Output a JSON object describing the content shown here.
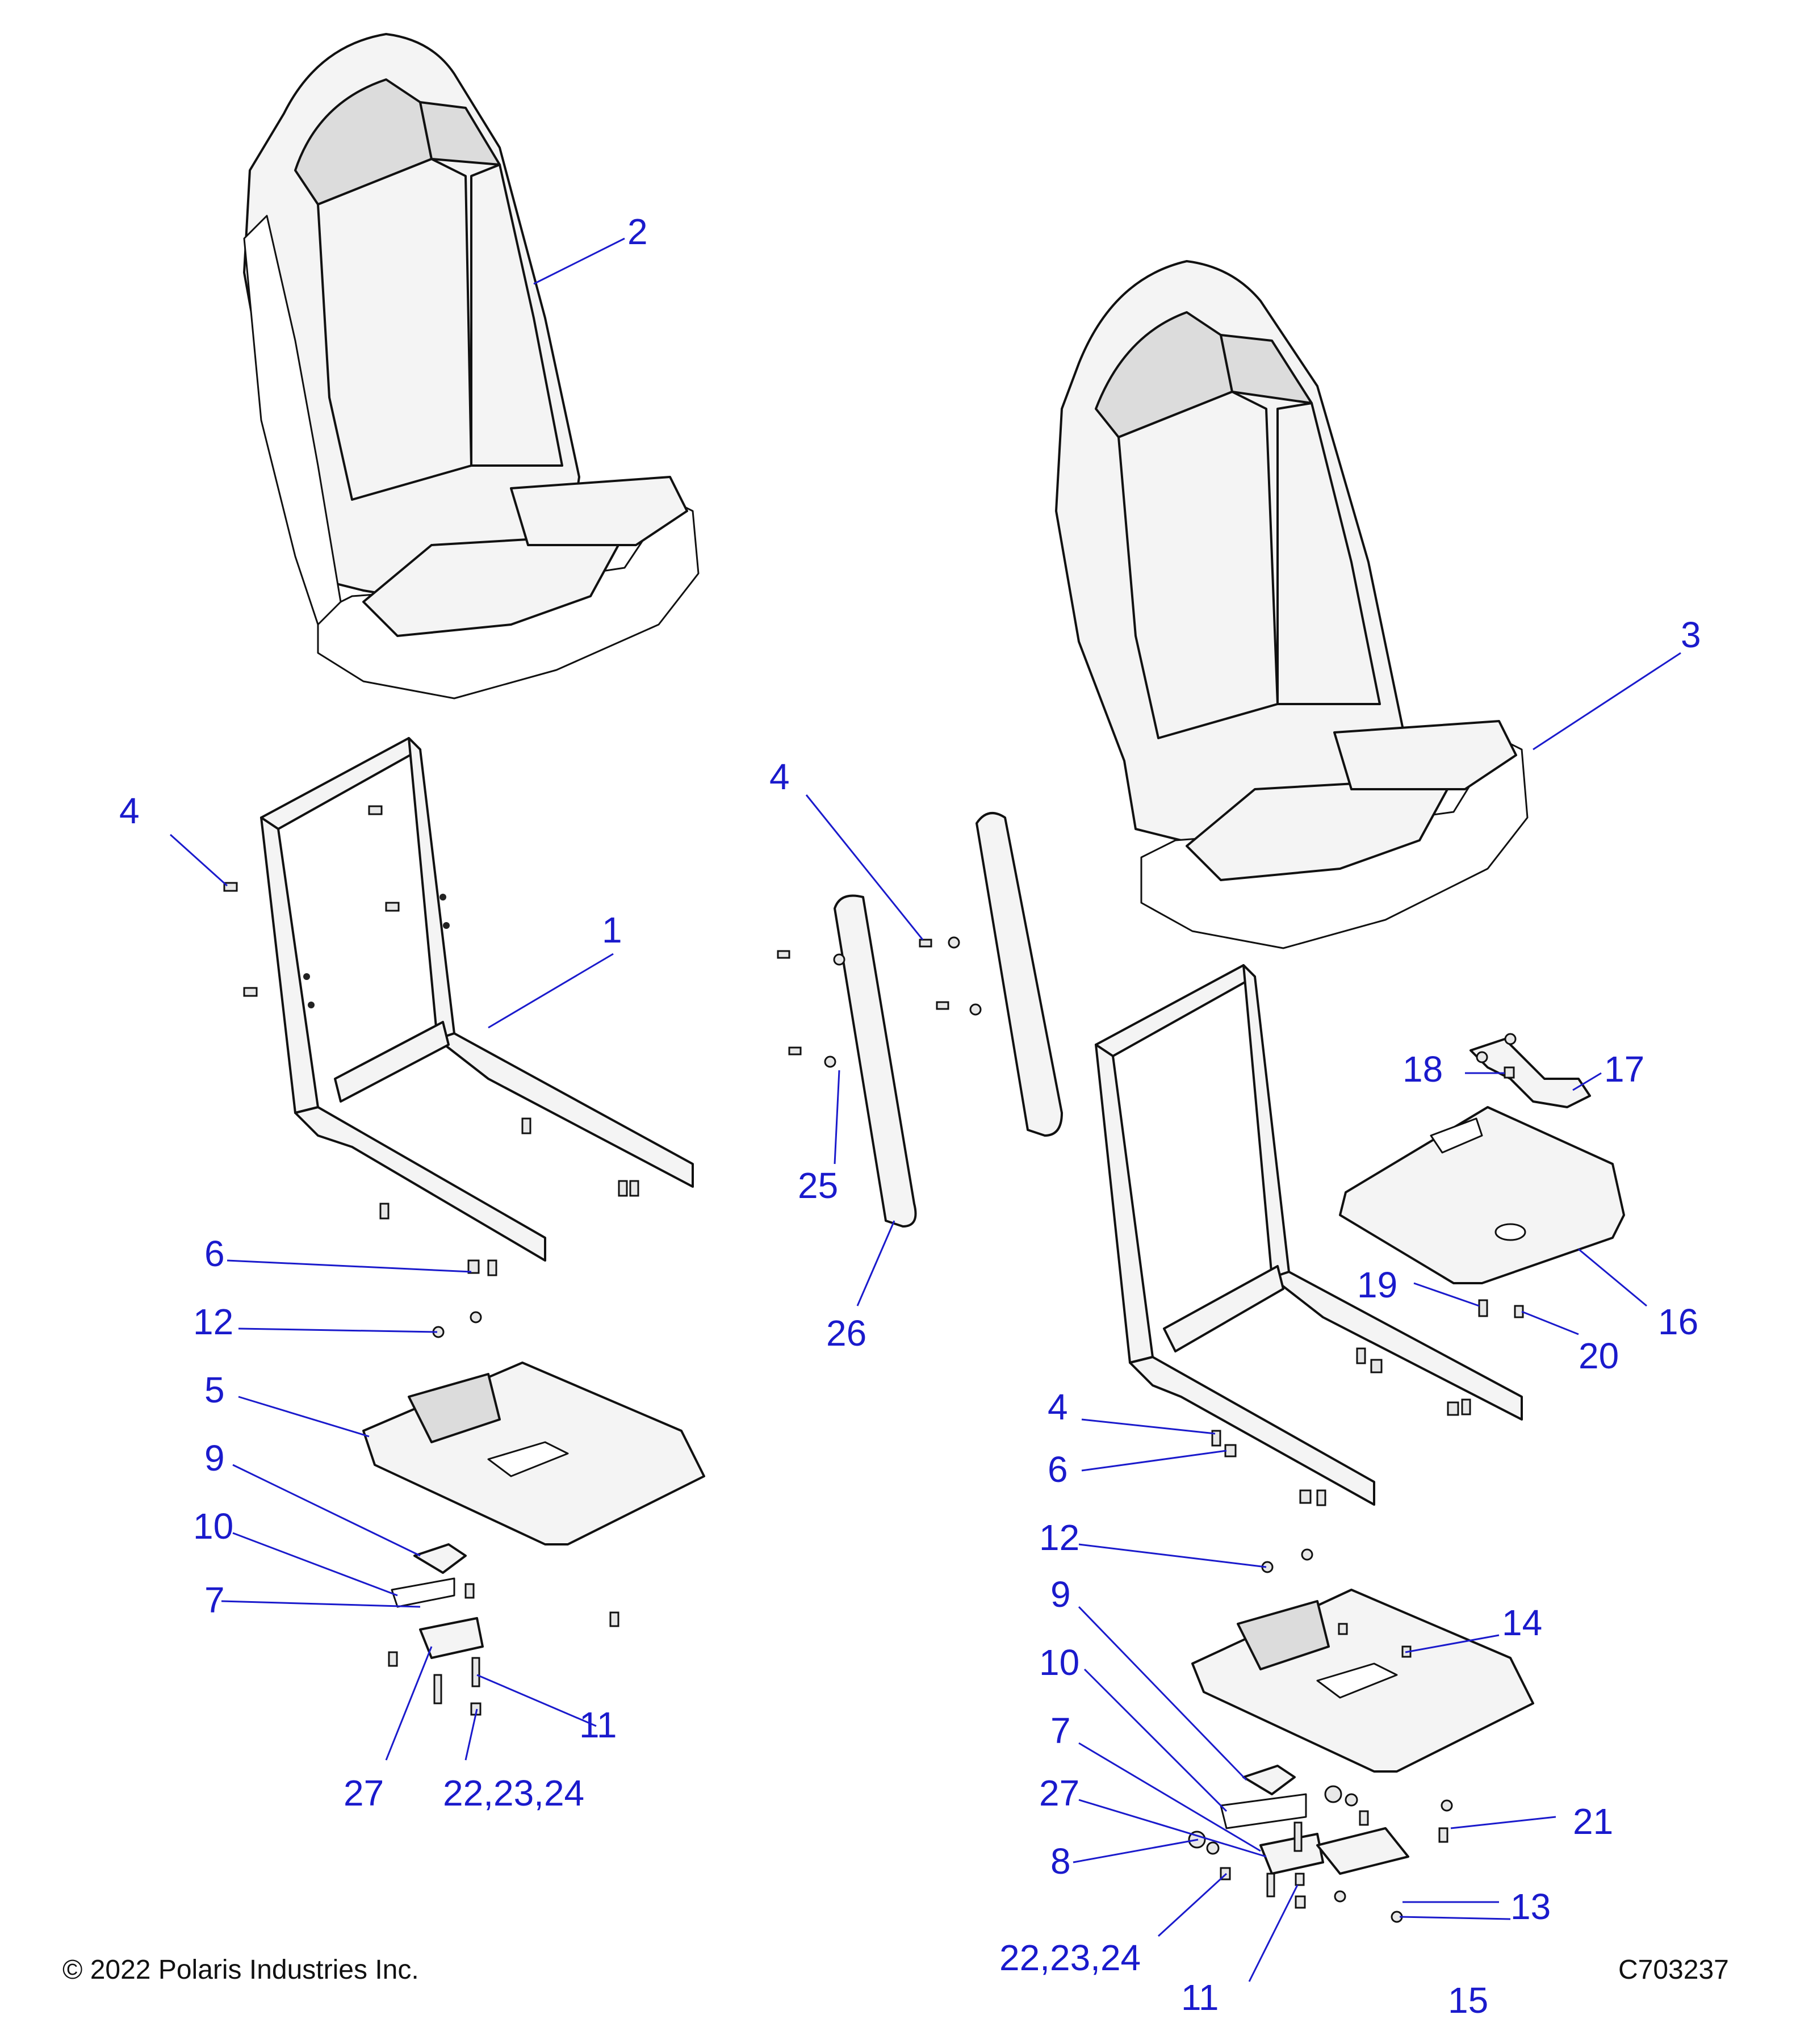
{
  "diagram": {
    "callouts": {
      "c1": "1",
      "c2": "2",
      "c3": "3",
      "c4a": "4",
      "c4b": "4",
      "c4c": "4",
      "c5": "5",
      "c6a": "6",
      "c6b": "6",
      "c7a": "7",
      "c7b": "7",
      "c8": "8",
      "c9a": "9",
      "c9b": "9",
      "c10a": "10",
      "c10b": "10",
      "c11a": "11",
      "c11b": "11",
      "c12a": "12",
      "c12b": "12",
      "c13": "13",
      "c14": "14",
      "c15": "15",
      "c16": "16",
      "c17": "17",
      "c18": "18",
      "c19": "19",
      "c20": "20",
      "c21": "21",
      "c22a": "22,23,24",
      "c22b": "22,23,24",
      "c25": "25",
      "c26": "26",
      "c27a": "27",
      "c27b": "27"
    },
    "copyright": "© 2022 Polaris Industries Inc.",
    "figure_id": "C703237",
    "colors": {
      "callout": "#1a1acc",
      "line": "#111111",
      "fill": "#f4f4f4"
    }
  }
}
